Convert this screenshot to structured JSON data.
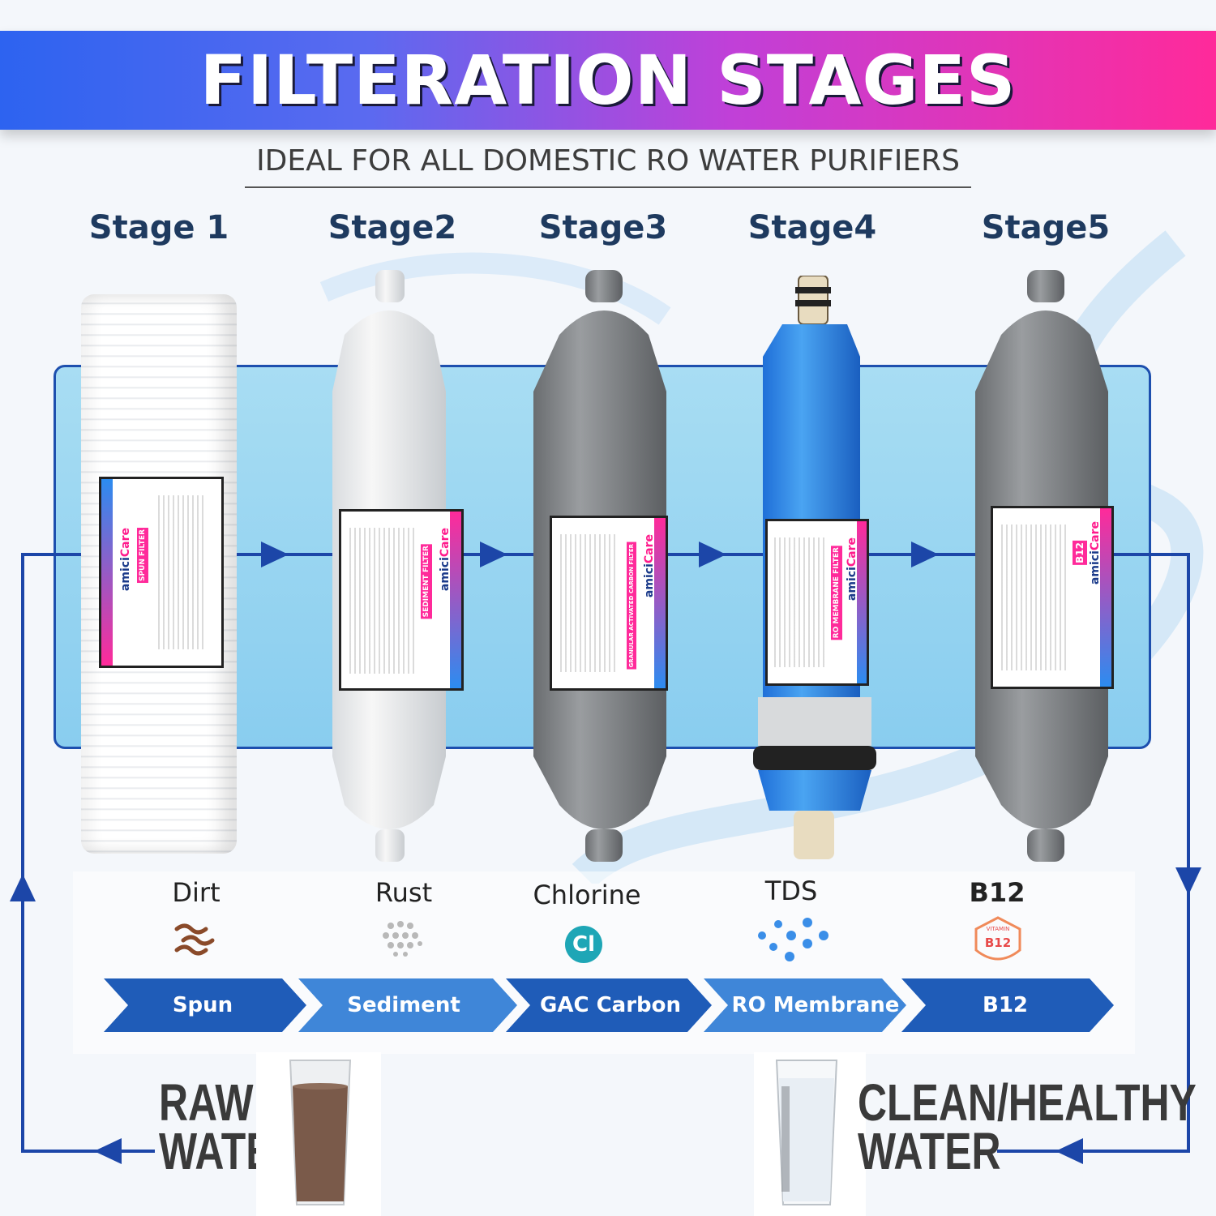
{
  "header": {
    "title": "FILTERATION STAGES",
    "subtitle": "IDEAL FOR ALL DOMESTIC RO WATER PURIFIERS"
  },
  "stages": [
    {
      "label": "Stage 1",
      "contaminant": "Dirt",
      "filter": "Spun",
      "icon": "dirt-icon"
    },
    {
      "label": "Stage2",
      "contaminant": "Rust",
      "filter": "Sediment",
      "icon": "rust-particles-icon"
    },
    {
      "label": "Stage3",
      "contaminant": "Chlorine",
      "filter": "GAC Carbon",
      "icon": "chlorine-cl-icon"
    },
    {
      "label": "Stage4",
      "contaminant": "TDS",
      "filter": "RO Membrane",
      "icon": "tds-dots-icon"
    },
    {
      "label": "Stage5",
      "contaminant": "B12",
      "filter": "B12",
      "icon": "vitamin-b12-icon"
    }
  ],
  "icons": {
    "cl_symbol": "Cl",
    "b12_top": "VITAMIN",
    "b12_main": "B12"
  },
  "filter_labels": {
    "brand_a": "amici",
    "brand_b": "Care",
    "spun_tag": "SPUN FILTER",
    "sediment_tag": "SEDIMENT FILTER",
    "carbon_tag": "GRANULAR ACTIVATED CARBON FILTER",
    "ro_tag": "RO MEMBRANE FILTER",
    "b12_tag": "B12"
  },
  "bottom": {
    "raw_line1": "RAW",
    "raw_line2": "WATER",
    "clean_line1": "CLEAN/HEALTHY",
    "clean_line2": "WATER"
  },
  "colors": {
    "banner_start": "#2d63f0",
    "banner_end": "#ff2a9a",
    "flow_line": "#1c46a8",
    "chevron_dark": "#1f5cb8",
    "chevron_light": "#3f86d8"
  }
}
